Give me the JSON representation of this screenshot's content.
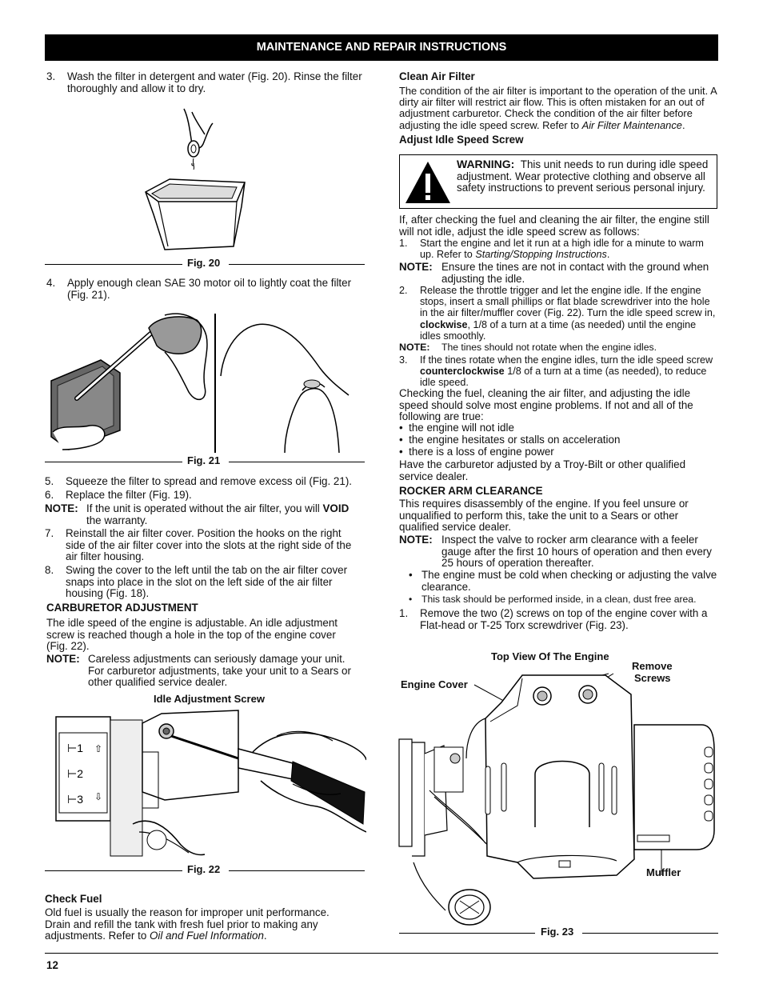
{
  "header": {
    "title": "MAINTENANCE AND REPAIR INSTRUCTIONS"
  },
  "left": {
    "step3_num": "3.",
    "step3": "Wash the filter in detergent and water (Fig. 20). Rinse the filter thoroughly and allow it to dry.",
    "fig20": "Fig. 20",
    "step4_num": "4.",
    "step4": "Apply enough clean SAE 30 motor oil to lightly coat the filter (Fig. 21).",
    "fig21": "Fig. 21",
    "step5_num": "5.",
    "step5": "Squeeze the filter to spread and remove excess oil (Fig. 21).",
    "step6_num": "6.",
    "step6": "Replace the filter (Fig. 19).",
    "note1_label": "NOTE:",
    "note1_a": "If the unit is operated without the air filter, you will ",
    "note1_b": "VOID",
    "note1_c": "the warranty.",
    "step7_num": "7.",
    "step7": "Reinstall the air filter cover. Position the hooks on the right side of the air filter cover into the slots at the right side of the air filter housing.",
    "step8_num": "8.",
    "step8": "Swing the cover to the left until the tab on the air filter cover snaps into place in the slot on the left side of the air filter housing (Fig. 18).",
    "carb_heading": "CARBURETOR ADJUSTMENT",
    "carb_text": "The idle speed of the engine is adjustable. An idle adjustment screw is reached though a hole in the top of the engine cover (Fig. 22).",
    "note2_label": "NOTE:",
    "note2": "Careless adjustments can seriously damage your unit. For carburetor adjustments, take your unit to a Sears or other qualified service dealer.",
    "fig22_label": "Idle Adjustment Screw",
    "fig22": "Fig. 22",
    "check_fuel_heading": "Check Fuel",
    "check_fuel_a": "Old fuel is usually the reason for improper unit performance. Drain and refill the tank with fresh fuel prior to making any adjustments. Refer to ",
    "check_fuel_b": "Oil and Fuel Information",
    "check_fuel_c": "."
  },
  "right": {
    "clean_heading": "Clean Air Filter",
    "clean_a": "The condition of the air filter is important to the operation of the unit. A dirty air filter will restrict air flow. This is often mistaken for an out of adjustment carburetor. Check the condition of the air filter before adjusting the idle speed screw. Refer to ",
    "clean_b": "Air Filter Maintenance",
    "clean_c": ".",
    "idle_heading": "Adjust Idle Speed Screw",
    "warning_label": "WARNING:",
    "warning_text": "This unit needs to run during idle speed adjustment. Wear protective clothing and observe all safety instructions to prevent serious personal injury.",
    "intro": "If, after checking the fuel and cleaning the air filter, the engine still will not idle, adjust the idle speed screw as follows:",
    "s1_num": "1.",
    "s1_a": "Start the engine and let it run at a high idle for a minute to warm up. Refer to ",
    "s1_b": "Starting/Stopping Instructions",
    "s1_c": ".",
    "n1_label": "NOTE:",
    "n1": "Ensure the tines are not in contact with the ground when adjusting the idle.",
    "s2_num": "2.",
    "s2_a": "Release the throttle trigger and let the engine idle. If the engine stops, insert a small phillips or flat blade screwdriver into the hole in the air filter/muffler cover (Fig. 22). Turn the idle speed screw in, ",
    "s2_b": "clockwise",
    "s2_c": ", 1/8 of a turn at a time (as needed) until the engine idles smoothly.",
    "n2_label": "NOTE:",
    "n2": "The tines should not rotate when the engine idles.",
    "s3_num": "3.",
    "s3_a": "If the tines rotate when the engine idles, turn the idle speed screw ",
    "s3_b": "counterclockwise",
    "s3_c": " 1/8 of a turn at a time (as needed), to reduce idle speed.",
    "checking": "Checking the fuel, cleaning the air filter, and adjusting the idle speed should solve most engine problems. If not and all of the following are true:",
    "bullets": [
      "the engine will not idle",
      "the engine hesitates or stalls on acceleration",
      "there is a loss of engine power"
    ],
    "have": "Have the carburetor adjusted by a Troy-Bilt or other qualified service dealer.",
    "rocker_heading": "ROCKER ARM CLEARANCE",
    "rocker_text": "This requires disassembly of the engine. If you feel unsure or unqualified to perform this, take the unit to a Sears or other qualified service dealer.",
    "n3_label": "NOTE:",
    "n3": "Inspect the valve to rocker arm clearance with a feeler gauge after the first 10 hours of operation and then every 25 hours of operation thereafter.",
    "sub_bullets": [
      "The engine must be cold when checking or adjusting the valve clearance.",
      "This task should be performed inside, in a clean, dust free area."
    ],
    "r1_num": "1.",
    "r1": "Remove the two (2) screws on top of the engine cover with a Flat-head or T-25 Torx screwdriver (Fig. 23).",
    "fig23_top": "Top View Of The Engine",
    "fig23_remove": "Remove",
    "fig23_screws": "Screws",
    "fig23_cover": "Engine Cover",
    "fig23_muffler": "Muffler",
    "fig23": "Fig. 23"
  },
  "footer": {
    "page": "12"
  }
}
